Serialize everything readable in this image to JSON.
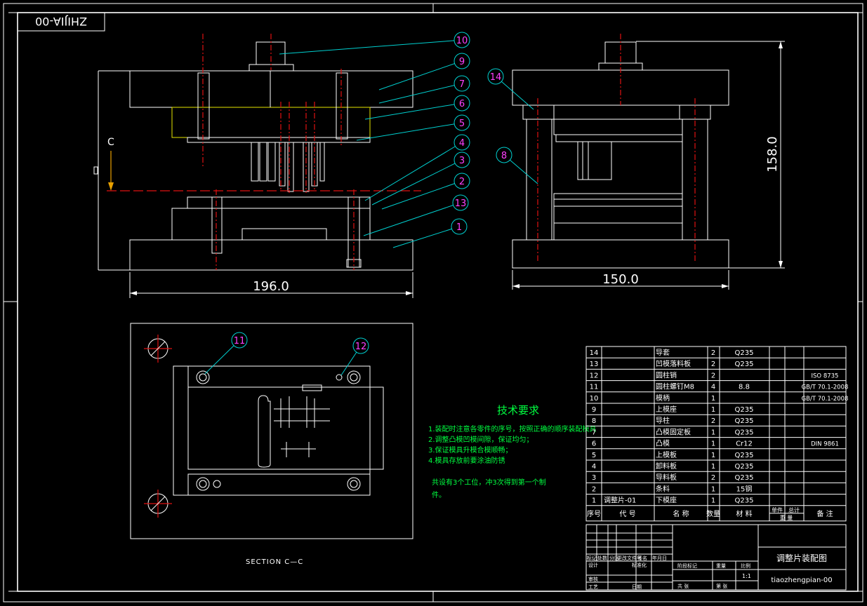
{
  "drawing_code": "ZHIJIA-00",
  "dims": {
    "front_width": "196.0",
    "side_width": "150.0",
    "side_height": "158.0"
  },
  "section_letter": "C",
  "section_label": "SECTION C—C",
  "balloons_front": [
    "10",
    "9",
    "7",
    "6",
    "5",
    "4",
    "3",
    "2",
    "13",
    "1"
  ],
  "balloons_side": [
    "14",
    "8"
  ],
  "balloons_plan": [
    "11",
    "12"
  ],
  "tech": {
    "title": "技术要求",
    "lines": [
      "1.装配时注意各零件的序号，按照正确的顺序装配模具",
      "2.调整凸模凹模间隙，保证均匀；",
      "3.保证模具升模合模顺畅；",
      "4.模具存放前要涂油防锈"
    ],
    "note1": "共设有3个工位，冲3次得到第一个制",
    "note2": "件。"
  },
  "bom": [
    {
      "no": "14",
      "code": "",
      "name": "导套",
      "qty": "2",
      "mat": "Q235",
      "std": ""
    },
    {
      "no": "13",
      "code": "",
      "name": "凹模落料板",
      "qty": "2",
      "mat": "Q235",
      "std": ""
    },
    {
      "no": "12",
      "code": "",
      "name": "圆柱销",
      "qty": "2",
      "mat": "",
      "std": "ISO 8735"
    },
    {
      "no": "11",
      "code": "",
      "name": "圆柱螺钉M8",
      "qty": "4",
      "mat": "8.8",
      "std": "GB/T 70.1-2008"
    },
    {
      "no": "10",
      "code": "",
      "name": "模柄",
      "qty": "1",
      "mat": "",
      "std": "GB/T 70.1-2008"
    },
    {
      "no": "9",
      "code": "",
      "name": "上模座",
      "qty": "1",
      "mat": "Q235",
      "std": ""
    },
    {
      "no": "8",
      "code": "",
      "name": "导柱",
      "qty": "2",
      "mat": "Q235",
      "std": ""
    },
    {
      "no": "7",
      "code": "",
      "name": "凸模固定板",
      "qty": "1",
      "mat": "Q235",
      "std": ""
    },
    {
      "no": "6",
      "code": "",
      "name": "凸模",
      "qty": "1",
      "mat": "Cr12",
      "std": "DIN 9861"
    },
    {
      "no": "5",
      "code": "",
      "name": "上模板",
      "qty": "1",
      "mat": "Q235",
      "std": ""
    },
    {
      "no": "4",
      "code": "",
      "name": "卸料板",
      "qty": "1",
      "mat": "Q235",
      "std": ""
    },
    {
      "no": "3",
      "code": "",
      "name": "导料板",
      "qty": "2",
      "mat": "Q235",
      "std": ""
    },
    {
      "no": "2",
      "code": "",
      "name": "条料",
      "qty": "1",
      "mat": "15钢",
      "std": ""
    },
    {
      "no": "1",
      "code": "调整片-01",
      "name": "下模座",
      "qty": "1",
      "mat": "Q235",
      "std": ""
    }
  ],
  "bom_header": {
    "no": "序号",
    "code": "代  号",
    "name": "名    称",
    "qty": "数量",
    "mat": "材    料",
    "unit": "单件",
    "total": "总计",
    "weight": "重    量",
    "remark": "备    注"
  },
  "title_block": {
    "title": "调整片装配图",
    "code": "tiaozhengpian-00",
    "scale": "1:1",
    "c_stage": "阶段标记",
    "c_weight": "重量",
    "c_ratio": "比例",
    "c_total": "共  张",
    "c_sheet": "第  张",
    "c_mark": "标记",
    "c_count": "处数",
    "c_zone": "分区",
    "c_docno": "更改文件号",
    "c_sign": "签名",
    "c_date": "年月日",
    "c_design": "设计",
    "c_std": "标准化",
    "c_review": "审核",
    "c_process": "工艺",
    "c_date2": "日期"
  }
}
